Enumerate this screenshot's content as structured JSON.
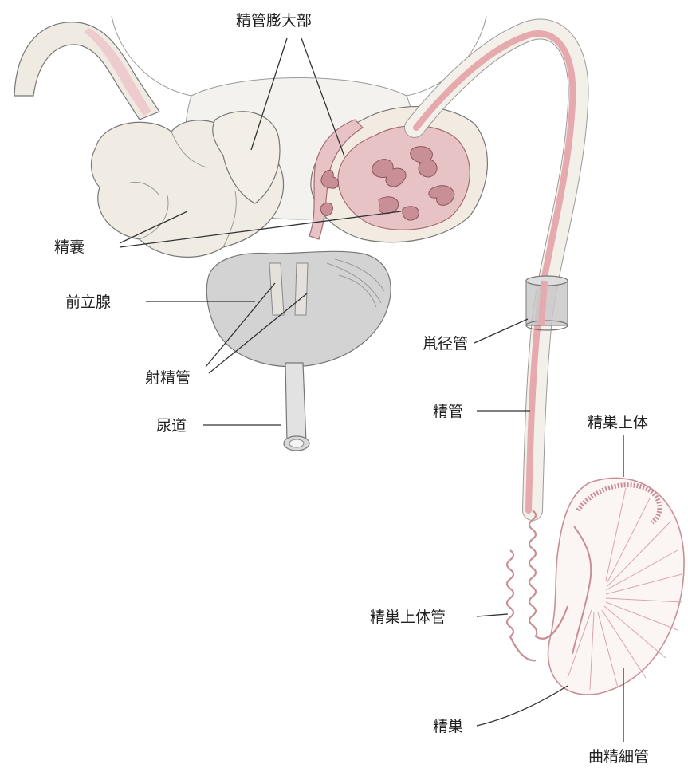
{
  "labels": {
    "ampulla": "精管膨大部",
    "seminal_vesicle": "精嚢",
    "prostate": "前立腺",
    "ejaculatory_duct": "射精管",
    "urethra": "尿道",
    "inguinal_canal": "鼡径管",
    "vas_deferens": "精管",
    "epididymis": "精巣上体",
    "epididymal_duct": "精巣上体管",
    "testis": "精巣",
    "seminiferous_tubules": "曲精細管"
  },
  "colors": {
    "duct_pink": "#e6a9ad",
    "duct_dark": "#b98088",
    "tissue_cream": "#f1ede4",
    "prostate_gray": "#cfcfcf",
    "line": "#333333"
  }
}
